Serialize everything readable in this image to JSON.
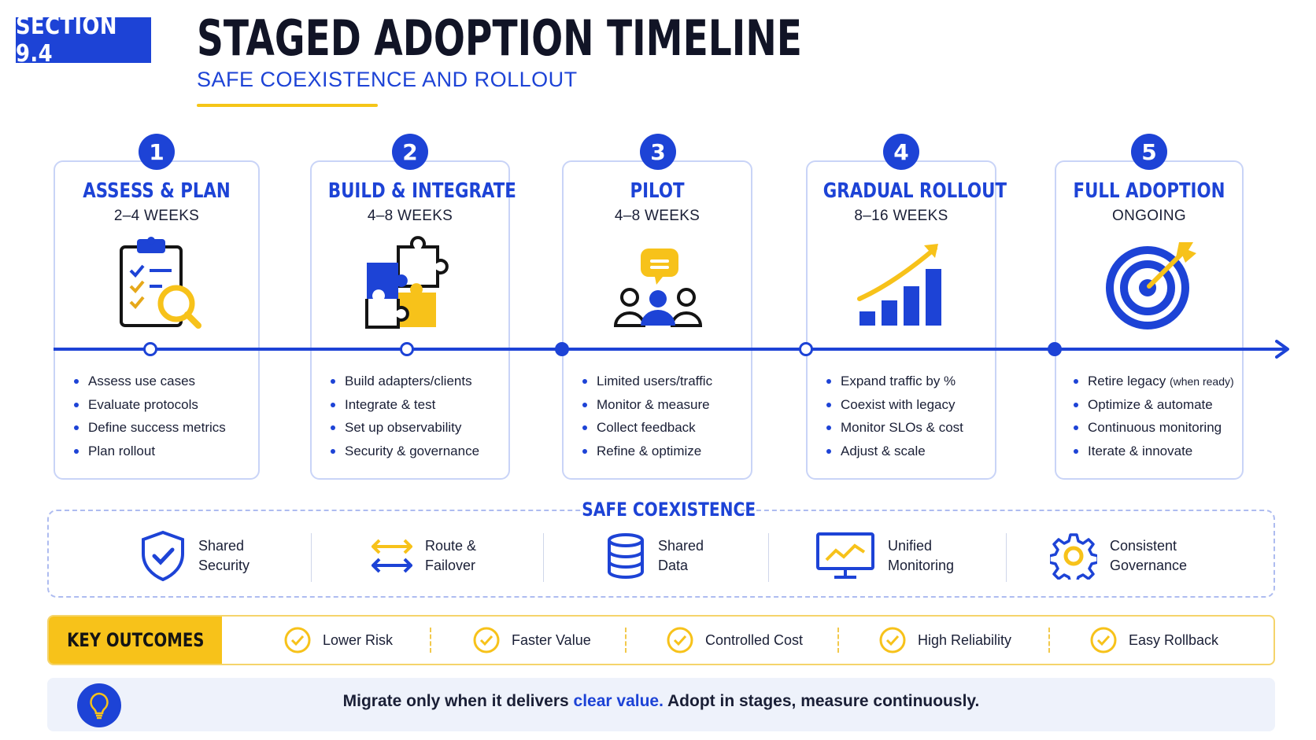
{
  "header": {
    "section_label": "SECTION 9.4",
    "title": "STAGED ADOPTION TIMELINE",
    "subtitle": "SAFE COEXISTENCE AND ROLLOUT"
  },
  "colors": {
    "primary_blue": "#1d43d6",
    "accent_yellow": "#f7c21a",
    "text_dark": "#1a1f36"
  },
  "stages": [
    {
      "number": "1",
      "title": "ASSESS & PLAN",
      "duration": "2–4 WEEKS",
      "icon": "clipboard-checklist-magnifier-icon",
      "bullets": [
        "Assess use cases",
        "Evaluate protocols",
        "Define success metrics",
        "Plan rollout"
      ]
    },
    {
      "number": "2",
      "title": "BUILD & INTEGRATE",
      "duration": "4–8 WEEKS",
      "icon": "puzzle-pieces-icon",
      "bullets": [
        "Build adapters/clients",
        "Integrate & test",
        "Set up observability",
        "Security & governance"
      ]
    },
    {
      "number": "3",
      "title": "PILOT",
      "duration": "4–8 WEEKS",
      "icon": "users-chat-icon",
      "bullets": [
        "Limited users/traffic",
        "Monitor & measure",
        "Collect feedback",
        "Refine & optimize"
      ]
    },
    {
      "number": "4",
      "title": "GRADUAL ROLLOUT",
      "duration": "8–16 WEEKS",
      "icon": "growth-bar-chart-icon",
      "bullets": [
        "Expand traffic by %",
        "Coexist with legacy",
        "Monitor SLOs & cost",
        "Adjust & scale"
      ]
    },
    {
      "number": "5",
      "title": "FULL ADOPTION",
      "duration": "ONGOING",
      "icon": "target-arrow-icon",
      "bullets": [
        "Retire legacy",
        "Optimize & automate",
        "Continuous monitoring",
        "Iterate & innovate"
      ],
      "bullet_note": "(when ready)"
    }
  ],
  "coexistence": {
    "heading": "SAFE COEXISTENCE",
    "items": [
      {
        "line1": "Shared",
        "line2": "Security",
        "icon": "shield-check-icon"
      },
      {
        "line1": "Route &",
        "line2": "Failover",
        "icon": "swap-arrows-icon"
      },
      {
        "line1": "Shared",
        "line2": "Data",
        "icon": "database-icon"
      },
      {
        "line1": "Unified",
        "line2": "Monitoring",
        "icon": "monitor-chart-icon"
      },
      {
        "line1": "Consistent",
        "line2": "Governance",
        "icon": "gear-icon"
      }
    ]
  },
  "outcomes": {
    "label": "KEY OUTCOMES",
    "items": [
      "Lower Risk",
      "Faster Value",
      "Controlled Cost",
      "High Reliability",
      "Easy Rollback"
    ]
  },
  "footer": {
    "text_before": "Migrate only when it delivers ",
    "highlight": "clear value.",
    "text_after": " Adopt in stages, measure continuously.",
    "icon": "lightbulb-icon"
  }
}
